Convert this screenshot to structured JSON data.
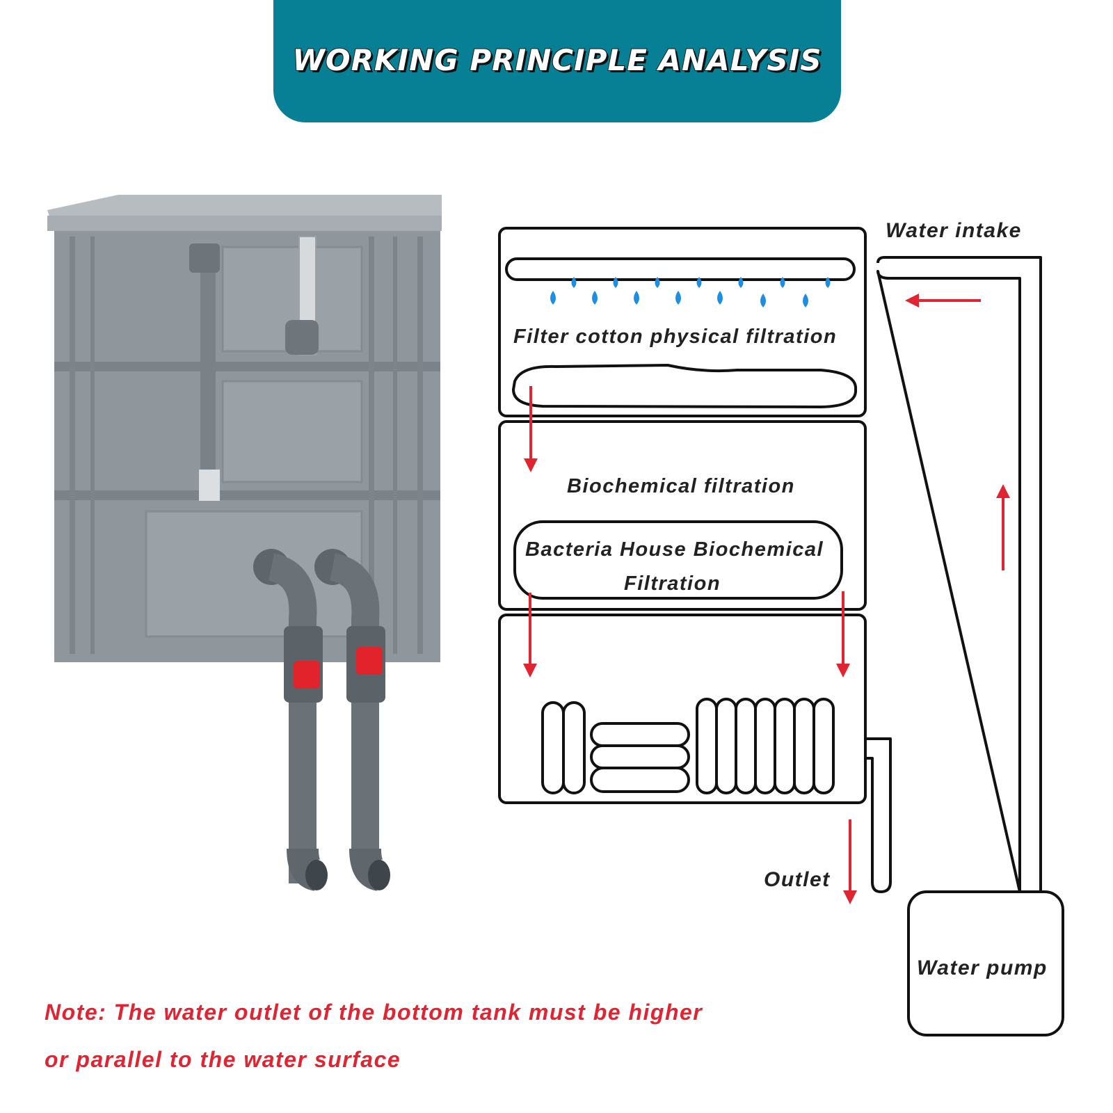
{
  "header": {
    "title": "WORKING PRINCIPLE ANALYSIS"
  },
  "diagram": {
    "labels": {
      "water_intake": "Water intake",
      "filter_cotton": "Filter cotton physical filtration",
      "biochemical": "Biochemical filtration",
      "bacteria_house_line1": "Bacteria House Biochemical",
      "bacteria_house_line2": "Filtration",
      "outlet": "Outlet",
      "water_pump": "Water pump"
    }
  },
  "note": {
    "line1": "Note: The water outlet of the bottom tank must be higher",
    "line2": "or parallel to the water surface"
  },
  "colors": {
    "banner": "#077f94",
    "arrow": "#e02431",
    "note": "#e02431",
    "drop": "#1e8fe0",
    "tank": "#8e969c"
  }
}
